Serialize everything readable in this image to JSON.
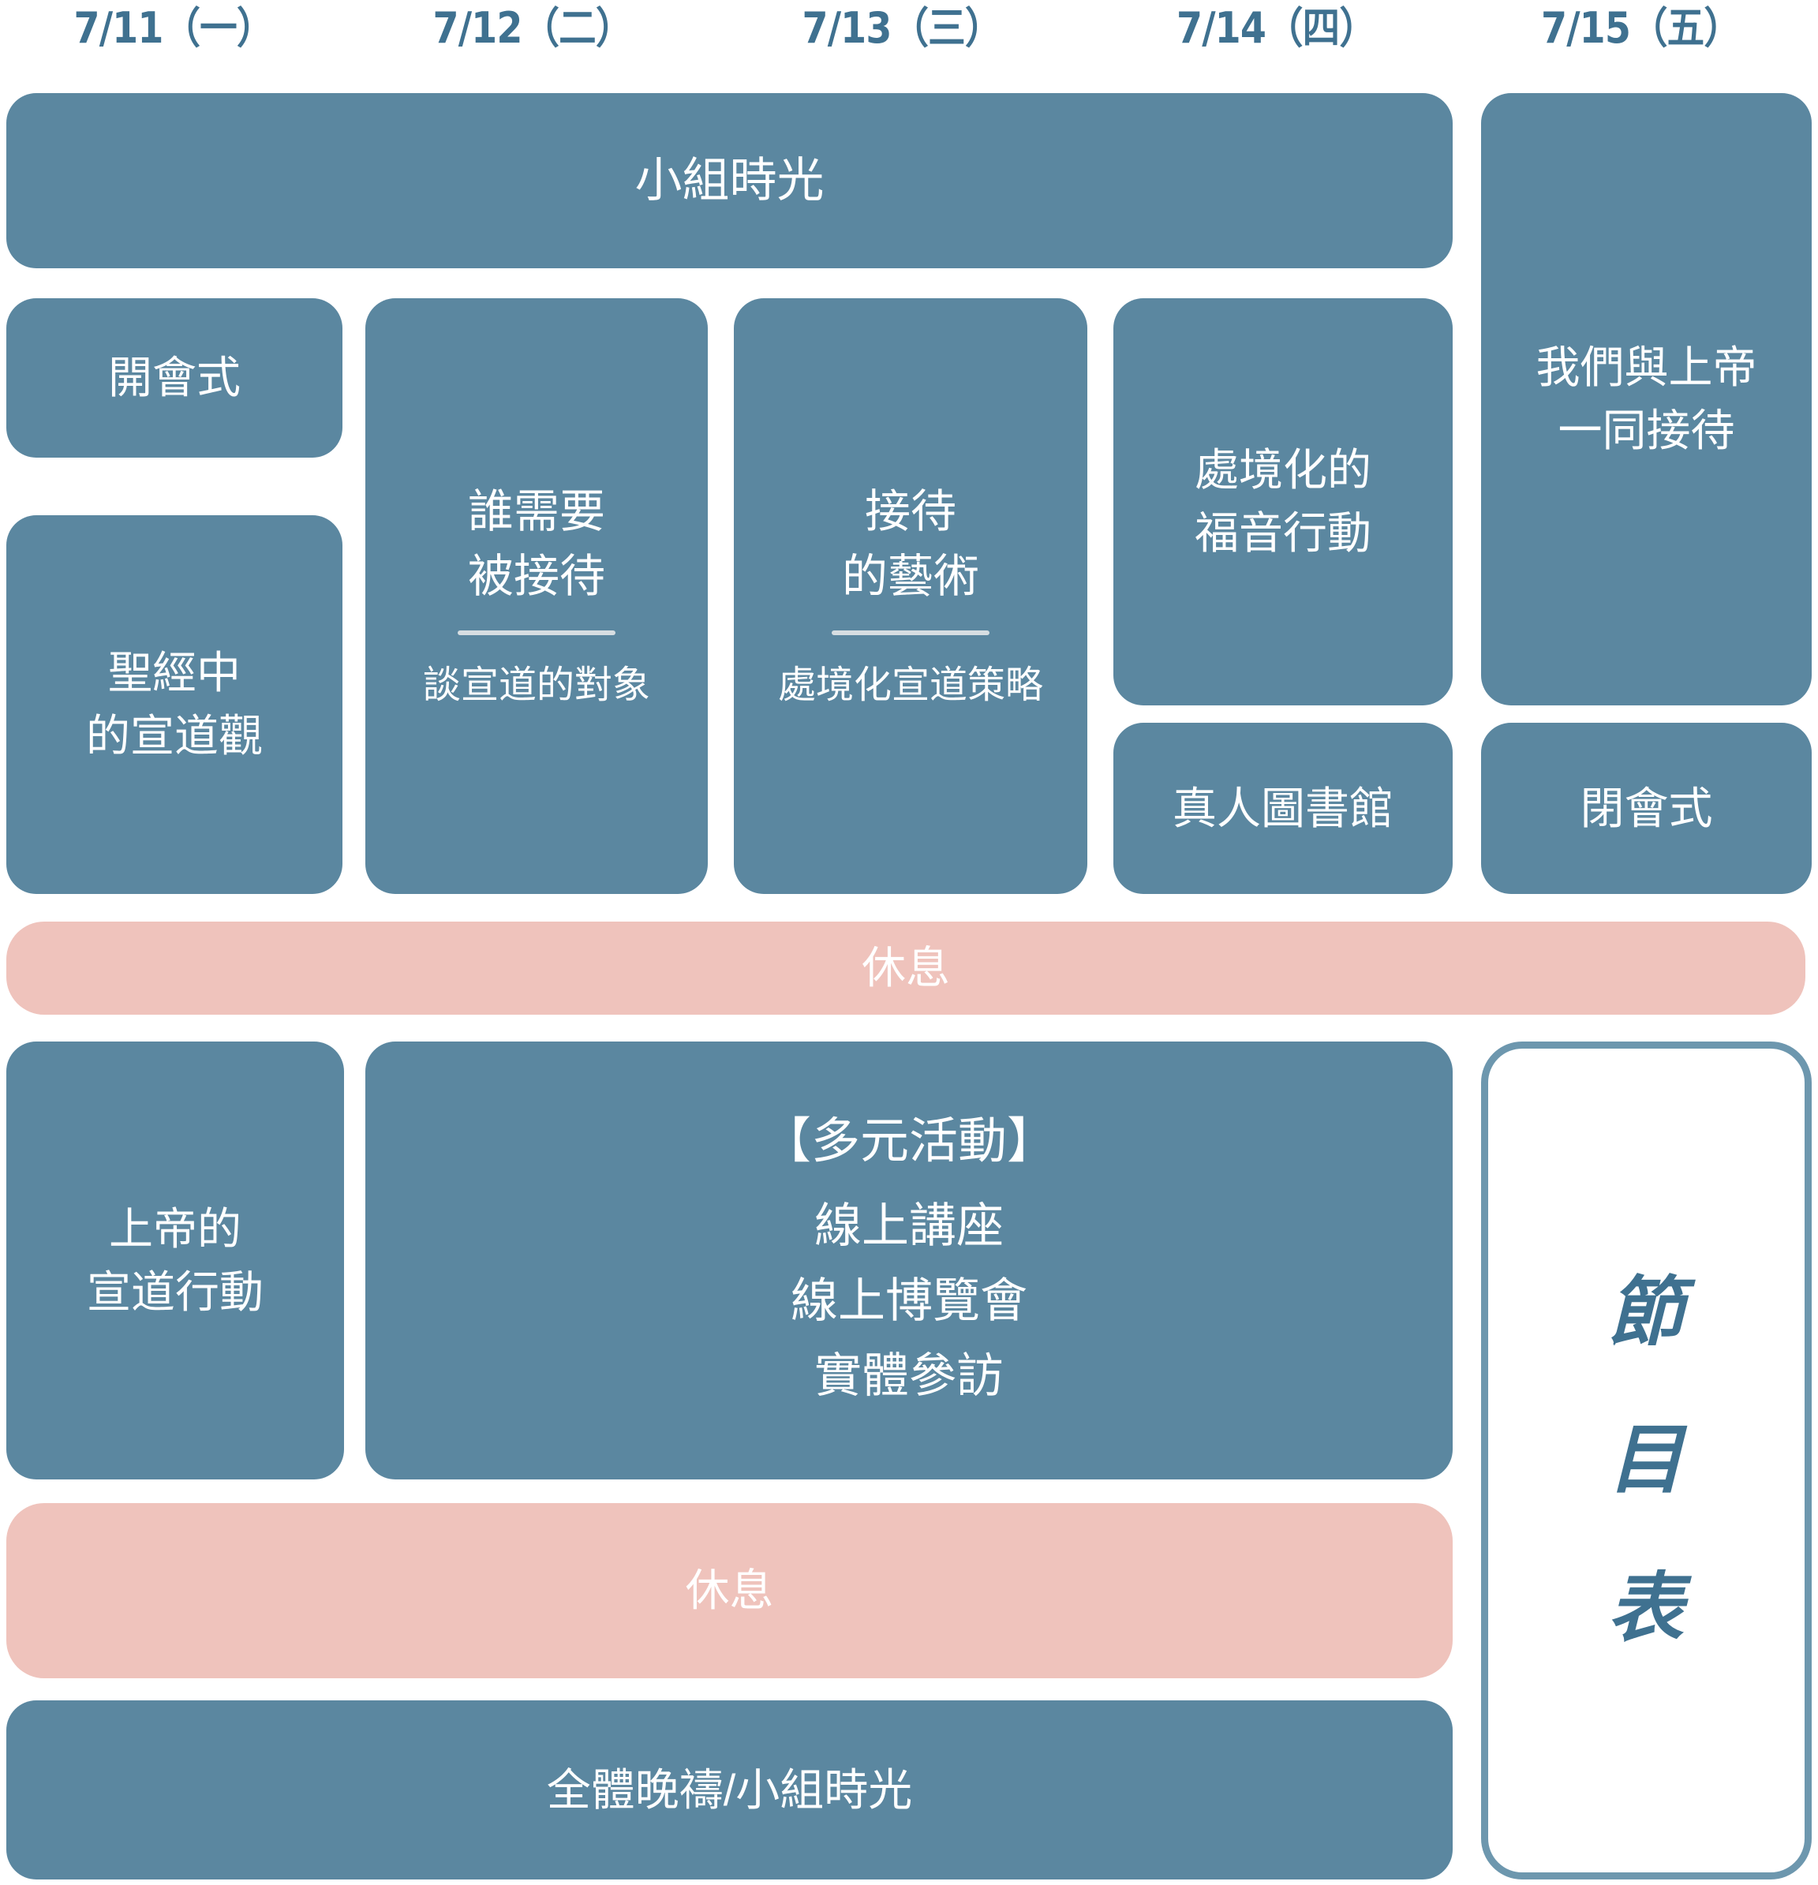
{
  "meta": {
    "accent_blue": "#5B87A0",
    "accent_blue_dark": "#3F7190",
    "rest_pink": "#EFC3BC",
    "card_text_color": "#FFFFFF",
    "divider_color": "#D7DEE2"
  },
  "day_headers": [
    {
      "label": "7/11（一）"
    },
    {
      "label": "7/12（二）"
    },
    {
      "label": "7/13（三）"
    },
    {
      "label": "7/14（四）"
    },
    {
      "label": "7/15（五）"
    }
  ],
  "schedule": {
    "group_time_morning": {
      "label": "小組時光"
    },
    "opening_ceremony": {
      "label": "開會式"
    },
    "bible_missiology": {
      "lines": [
        "聖經中",
        "的宣道觀"
      ]
    },
    "who_needs_hospitality": {
      "lines": [
        "誰需要",
        "被接待"
      ],
      "subtitle": "談宣道的對象"
    },
    "art_of_hospitality": {
      "lines": [
        "接待",
        "的藝術"
      ],
      "subtitle": "處境化宣道策略"
    },
    "contextual_gospel_action": {
      "lines": [
        "處境化的",
        "福音行動"
      ]
    },
    "human_library": {
      "label": "真人圖書館"
    },
    "host_with_god": {
      "lines": [
        "我們與上帝",
        "一同接待"
      ]
    },
    "closing_ceremony": {
      "label": "閉會式"
    },
    "rest_first": {
      "label": "休息"
    },
    "gods_mission_action": {
      "lines": [
        "上帝的",
        "宣道行動"
      ]
    },
    "multi_activities": {
      "title": "【多元活動】",
      "items": [
        "線上講座",
        "線上博覽會",
        "實體參訪"
      ]
    },
    "rest_second": {
      "label": "休息"
    },
    "evening_prayer": {
      "label": "全體晚禱/小組時光"
    },
    "program_title": {
      "chars": [
        "節",
        "目",
        "表"
      ]
    }
  }
}
